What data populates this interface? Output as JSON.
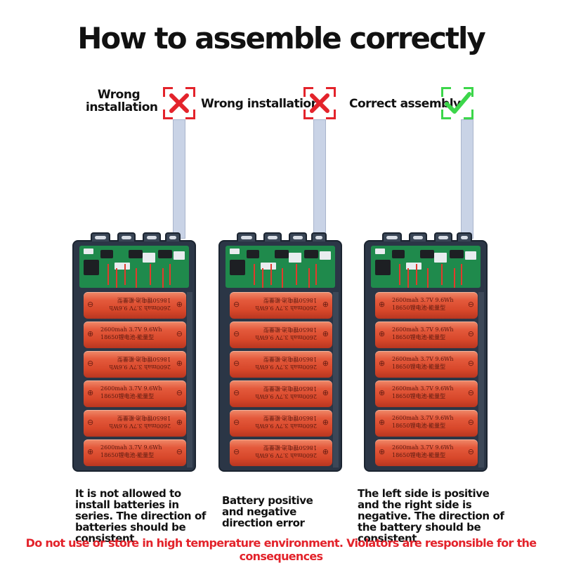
{
  "title": "How to assemble correctly",
  "panels": [
    {
      "label": "Wrong\ninstallation",
      "mark": "cross-icon",
      "caption": "It is not allowed to install batteries in series. The direction of batteries should be consistent",
      "cell_orientation": [
        "flipped",
        "normal",
        "flipped",
        "normal",
        "flipped",
        "normal"
      ]
    },
    {
      "label": "Wrong installation",
      "mark": "cross-icon",
      "caption": "Battery positive and negative direction error",
      "cell_orientation": [
        "flipped",
        "flipped",
        "flipped",
        "flipped",
        "flipped",
        "flipped"
      ]
    },
    {
      "label": "Correct assembly",
      "mark": "check-icon",
      "caption": "The left side is positive and the right side is negative. The direction of the battery should be consistent",
      "cell_orientation": [
        "normal",
        "normal",
        "normal",
        "normal",
        "normal",
        "normal"
      ]
    }
  ],
  "cell_text": {
    "line1": "2600mah  3.7V  9.6Wh",
    "line2": "18650锂电池-能量型",
    "positive_symbol": "⊕",
    "negative_symbol": "⊖"
  },
  "warning": "Do not use or store in high temperature environment. Violators are responsible for the consequences",
  "colors": {
    "wrong": "#e3232b",
    "correct": "#3cd64a",
    "cell": "#d7472a",
    "case": "#2b3646",
    "pcb": "#1f8a4c",
    "warning_text": "#e3232b"
  }
}
